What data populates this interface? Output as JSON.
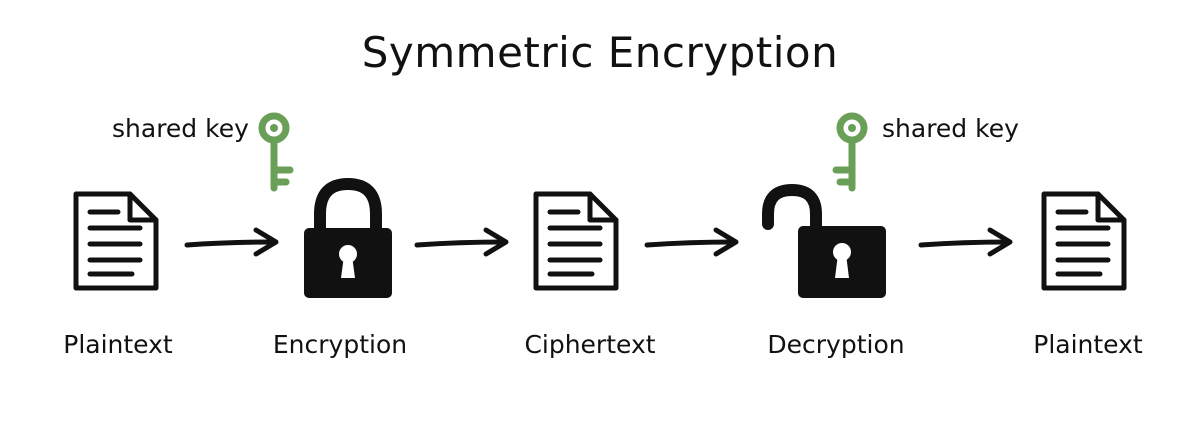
{
  "title": "Symmetric Encryption",
  "steps": [
    {
      "label": "Plaintext"
    },
    {
      "label": "Encryption"
    },
    {
      "label": "Ciphertext"
    },
    {
      "label": "Decryption"
    },
    {
      "label": "Plaintext"
    }
  ],
  "keys": [
    {
      "label": "shared key"
    },
    {
      "label": "shared key"
    }
  ],
  "colors": {
    "ink": "#111111",
    "key": "#6a9f58",
    "background": "#ffffff"
  },
  "icons": [
    "document-icon",
    "locked-padlock-icon",
    "document-icon",
    "unlocked-padlock-icon",
    "document-icon",
    "key-icon",
    "arrow-right-icon"
  ]
}
